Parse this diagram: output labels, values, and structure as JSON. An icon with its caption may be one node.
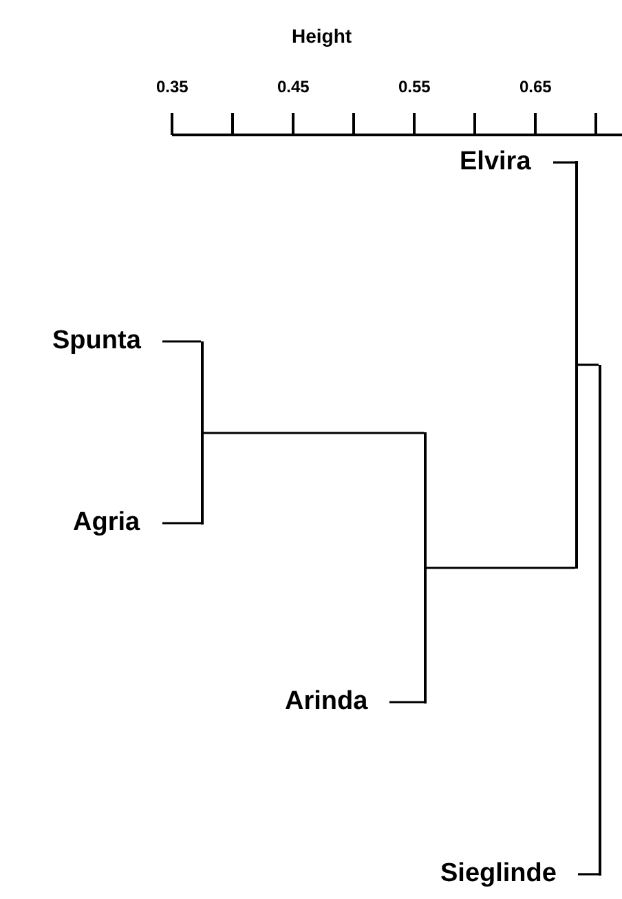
{
  "diagram": {
    "nodes": [
      {
        "text": [
          "Elvira"
        ]
      },
      {
        "text": [
          "Spunta"
        ]
      },
      {
        "text": [
          "Agria"
        ]
      },
      {
        "text": [
          "Arinda"
        ]
      },
      {
        "text": [
          "Sieglinde"
        ]
      },
      {
        "text": [],
        "shape": "bar"
      },
      {
        "text": [],
        "shape": "bar"
      },
      {
        "text": [],
        "shape": "bar"
      },
      {
        "text": [],
        "shape": "bar"
      }
    ],
    "edges": [
      {
        "from": 1,
        "to": 5,
        "arrow": "none"
      },
      {
        "from": 2,
        "to": 5,
        "arrow": "none"
      },
      {
        "from": 5,
        "to": 6,
        "arrow": "none"
      },
      {
        "from": 3,
        "to": 6,
        "arrow": "none"
      },
      {
        "from": 0,
        "to": 7,
        "arrow": "none"
      },
      {
        "from": 6,
        "to": 7,
        "arrow": "none"
      },
      {
        "from": 7,
        "to": 8,
        "arrow": "none"
      },
      {
        "from": 4,
        "to": 8,
        "arrow": "none"
      }
    ],
    "labels": [
      "Height",
      "0.35",
      "0.45",
      "0.55",
      "0.65"
    ]
  }
}
